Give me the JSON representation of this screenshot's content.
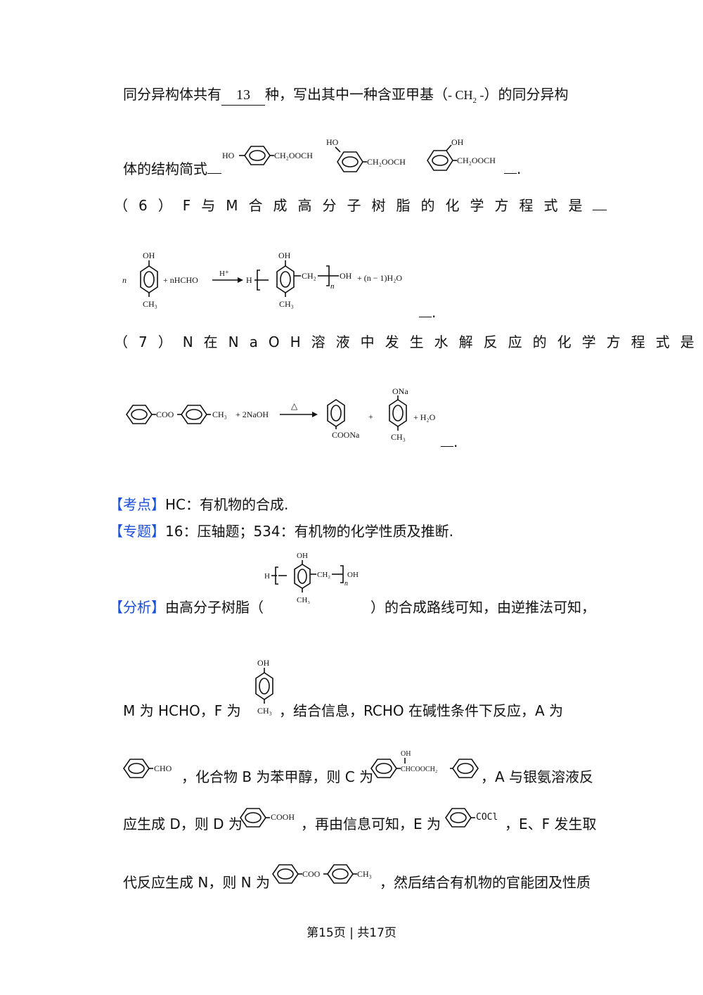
{
  "line1": {
    "pre": "同分异构体共有",
    "answer": "13",
    "mid": "种，写出其中一种含亚甲基（",
    "group": "- CH",
    "group_sub": "2",
    "group_end": " -",
    "post": "）的同分异构"
  },
  "line2": {
    "text": "体的结构简式",
    "end": "."
  },
  "isomers": {
    "s1": {
      "ho": "HO",
      "sub": "CH₂OOCH"
    },
    "s2": {
      "ho": "HO",
      "sub": "CH₂OOCH"
    },
    "s3": {
      "ho": "OH",
      "sub": "CH₂OOCH"
    }
  },
  "q6": {
    "text": "（6）F与M合成高分子树脂的化学方程式是"
  },
  "eq6": {
    "coef": "n",
    "oh": "OH",
    "ch3": "CH₃",
    "reagent": "+ nHCHO",
    "catalyst": "H⁺",
    "h": "H",
    "ch2": "CH₂",
    "n": "n",
    "oh_end": "OH",
    "byproduct": "+ (n − 1)H₂O",
    "end": "."
  },
  "q7": {
    "text": "（7）N在NaOH溶液中发生水解反应的化学方程式是"
  },
  "eq7": {
    "coo": "COO",
    "ch3": "CH₃",
    "reagent": "+ 2NaOH",
    "condition": "△",
    "coona": "COONa",
    "plus": "+",
    "ona": "ONa",
    "ch3b": "CH₃",
    "water": "+ H₂O",
    "end": "."
  },
  "kaodian": {
    "tag": "【考点】",
    "text": "HC：有机物的合成."
  },
  "zhuanti": {
    "tag": "【专题】",
    "text": "16：压轴题；534：有机物的化学性质及推断."
  },
  "fenxi": {
    "tag": "【分析】",
    "pre": "由高分子树脂（",
    "post": "）的合成路线可知，由逆推法可知，",
    "struct": {
      "h": "H",
      "oh": "OH",
      "ch2": "CH₂",
      "n": "n",
      "oh_end": "OH",
      "ch3": "CH₃"
    }
  },
  "para2": {
    "pre": "M 为 HCHO，F 为",
    "post": "，结合信息，RCHO 在碱性条件下反应，A 为",
    "struct": {
      "oh": "OH",
      "ch3": "CH₃"
    }
  },
  "para3": {
    "cho": "CHO",
    "mid": "，化合物 B 为苯甲醇，则 C 为",
    "c_oh": "OH",
    "c_text": "CHCOOCH₂",
    "post": "，A 与银氨溶液反"
  },
  "para4": {
    "pre": "应生成 D，则 D 为",
    "cooh": "COOH",
    "mid": "，再由信息可知，E 为",
    "cocl": "COCl",
    "post": "，E、F 发生取"
  },
  "para5": {
    "pre": "代反应生成 N，则 N 为",
    "coo": "COO",
    "ch3": "CH₃",
    "post": "，然后结合有机物的官能团及性质"
  },
  "footer": {
    "text": "第15页 | 共17页"
  }
}
